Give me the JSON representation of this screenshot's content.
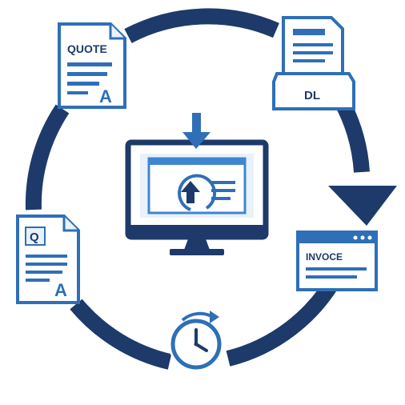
{
  "labels": {
    "quote": "QUOTE",
    "quote_corner": "A",
    "dl": "DL",
    "invoice": "INVOCE",
    "q_badge": "Q",
    "q_corner": "A"
  },
  "colors": {
    "navy": "#1d3a6b",
    "blue": "#2e6fb8",
    "light": "#e9f1fb",
    "mid": "#3f86cf"
  },
  "icons": [
    "quote-document-icon",
    "dl-document-tray-icon",
    "invoice-window-icon",
    "clock-refresh-icon",
    "q-document-icon",
    "monitor-upload-icon",
    "download-arrow-icon",
    "cycle-arrow-icon"
  ]
}
